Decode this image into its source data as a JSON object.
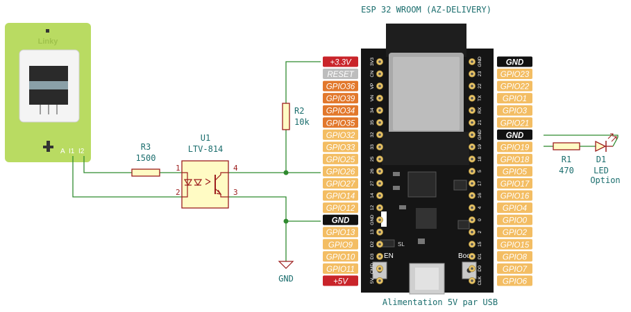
{
  "title": "ESP 32 WROOM (AZ-DELIVERY)",
  "power_note": "Alimentation 5V par USB",
  "linky": {
    "brand": "Linky",
    "terminals": [
      "A",
      "I1",
      "I2"
    ]
  },
  "r3": {
    "ref": "R3",
    "value": "1500"
  },
  "u1": {
    "ref": "U1",
    "value": "LTV-814",
    "pins": [
      "1",
      "2",
      "3",
      "4"
    ]
  },
  "r2": {
    "ref": "R2",
    "value": "10k"
  },
  "gnd_symbol": "GND",
  "r1": {
    "ref": "R1",
    "value": "470"
  },
  "d1": {
    "ref": "D1",
    "value": "LED",
    "note": "Option"
  },
  "board": {
    "en": "EN",
    "boot": "Boot",
    "chip_mark": "SL"
  },
  "left_pins": [
    {
      "label": "+3.3V",
      "silk": "3V3",
      "type": "power"
    },
    {
      "label": "RESET",
      "silk": "CN",
      "type": "reset"
    },
    {
      "label": "GPIO36",
      "silk": "VP",
      "type": "input"
    },
    {
      "label": "GPIO39",
      "silk": "VN",
      "type": "input"
    },
    {
      "label": "GPIO34",
      "silk": "34",
      "type": "input"
    },
    {
      "label": "GPIO35",
      "silk": "35",
      "type": "input"
    },
    {
      "label": "GPIO32",
      "silk": "32",
      "type": "gpio"
    },
    {
      "label": "GPIO33",
      "silk": "33",
      "type": "gpio"
    },
    {
      "label": "GPIO25",
      "silk": "25",
      "type": "gpio"
    },
    {
      "label": "GPIO26",
      "silk": "26",
      "type": "gpio"
    },
    {
      "label": "GPIO27",
      "silk": "27",
      "type": "gpio"
    },
    {
      "label": "GPIO14",
      "silk": "14",
      "type": "gpio"
    },
    {
      "label": "GPIO12",
      "silk": "12",
      "type": "gpio"
    },
    {
      "label": "GND",
      "silk": "GND",
      "type": "gnd"
    },
    {
      "label": "GPIO13",
      "silk": "13",
      "type": "gpio"
    },
    {
      "label": "GPIO9",
      "silk": "D2",
      "type": "gpio"
    },
    {
      "label": "GPIO10",
      "silk": "D3",
      "type": "gpio"
    },
    {
      "label": "GPIO11",
      "silk": "CMD",
      "type": "gpio"
    },
    {
      "label": "+5V",
      "silk": "5V",
      "type": "power"
    }
  ],
  "right_pins": [
    {
      "label": "GND",
      "silk": "GND",
      "type": "gnd"
    },
    {
      "label": "GPIO23",
      "silk": "23",
      "type": "gpio"
    },
    {
      "label": "GPIO22",
      "silk": "22",
      "type": "gpio"
    },
    {
      "label": "GPIO1",
      "silk": "TX",
      "type": "gpio"
    },
    {
      "label": "GPIO3",
      "silk": "RX",
      "type": "gpio"
    },
    {
      "label": "GPIO21",
      "silk": "21",
      "type": "gpio"
    },
    {
      "label": "GND",
      "silk": "GND",
      "type": "gnd"
    },
    {
      "label": "GPIO19",
      "silk": "19",
      "type": "gpio"
    },
    {
      "label": "GPIO18",
      "silk": "18",
      "type": "gpio"
    },
    {
      "label": "GPIO5",
      "silk": "5",
      "type": "gpio"
    },
    {
      "label": "GPIO17",
      "silk": "17",
      "type": "gpio"
    },
    {
      "label": "GPIO16",
      "silk": "16",
      "type": "gpio"
    },
    {
      "label": "GPIO4",
      "silk": "4",
      "type": "gpio"
    },
    {
      "label": "GPIO0",
      "silk": "0",
      "type": "gpio"
    },
    {
      "label": "GPIO2",
      "silk": "2",
      "type": "gpio"
    },
    {
      "label": "GPIO15",
      "silk": "15",
      "type": "gpio"
    },
    {
      "label": "GPIO8",
      "silk": "D1",
      "type": "gpio"
    },
    {
      "label": "GPIO7",
      "silk": "D0",
      "type": "gpio"
    },
    {
      "label": "GPIO6",
      "silk": "CLK",
      "type": "gpio"
    }
  ],
  "colors": {
    "wire": "#2f8a2f",
    "component": "#9c1c1c",
    "ref_text": "#1a6d6d",
    "pin_text": "#9c1c1c",
    "gpio_orange": "#f3bd63",
    "input_orange": "#e2782c",
    "power_red": "#c9242a",
    "reset_gray": "#bdbdbd",
    "gnd_black": "#111111",
    "board": "#151515",
    "linky_green": "#b9db62",
    "ic_fill": "#fffbc4"
  }
}
